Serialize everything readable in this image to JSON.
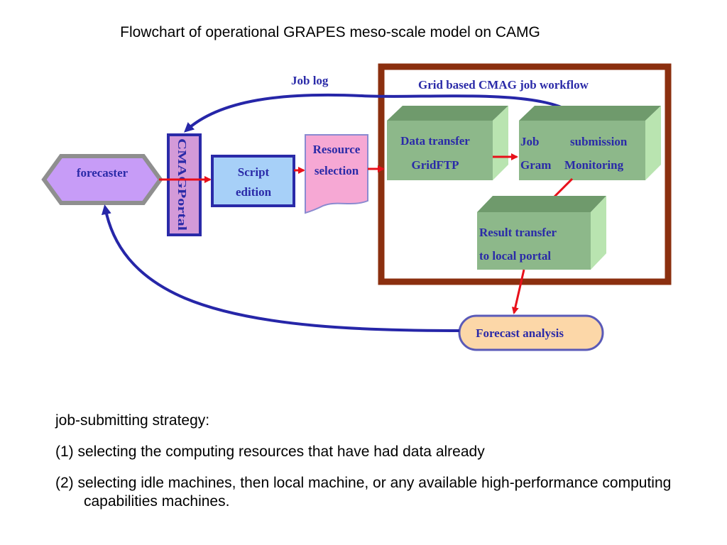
{
  "title": "Flowchart of operational GRAPES meso-scale model on CAMG",
  "diagram": {
    "job_log": "Job log",
    "workflow_title": "Grid based CMAG job workflow",
    "forecaster": "forecaster",
    "portal": "CMAGPortal",
    "script": [
      "Script",
      "edition"
    ],
    "resource": [
      "Resource",
      "selection"
    ],
    "data_transfer": [
      "Data transfer",
      "GridFTP"
    ],
    "job_submission": [
      "Job",
      "submission",
      "Gram",
      "Monitoring"
    ],
    "result_transfer": [
      "Result transfer",
      "to local portal"
    ],
    "forecast_analysis": "Forecast analysis",
    "colors": {
      "arrow_red": "#e8101a",
      "arrow_blue": "#2626a8",
      "frame": "#8b2f0f",
      "cube_front": "#8db88a",
      "cube_side": "#b9e4b0",
      "cube_top": "#6f9a6c",
      "forecaster_fill": "#c79cf7",
      "portal_fill": "#d39ad8",
      "script_fill": "#a7d0f8",
      "resource_fill": "#f6a8d4",
      "analysis_fill": "#fcd7a8"
    }
  },
  "notes": {
    "heading": "job-submitting strategy:",
    "items": [
      "(1) selecting the computing resources that have had data already",
      "(2) selecting idle machines, then local machine, or any available high-performance computing capabilities machines."
    ]
  }
}
